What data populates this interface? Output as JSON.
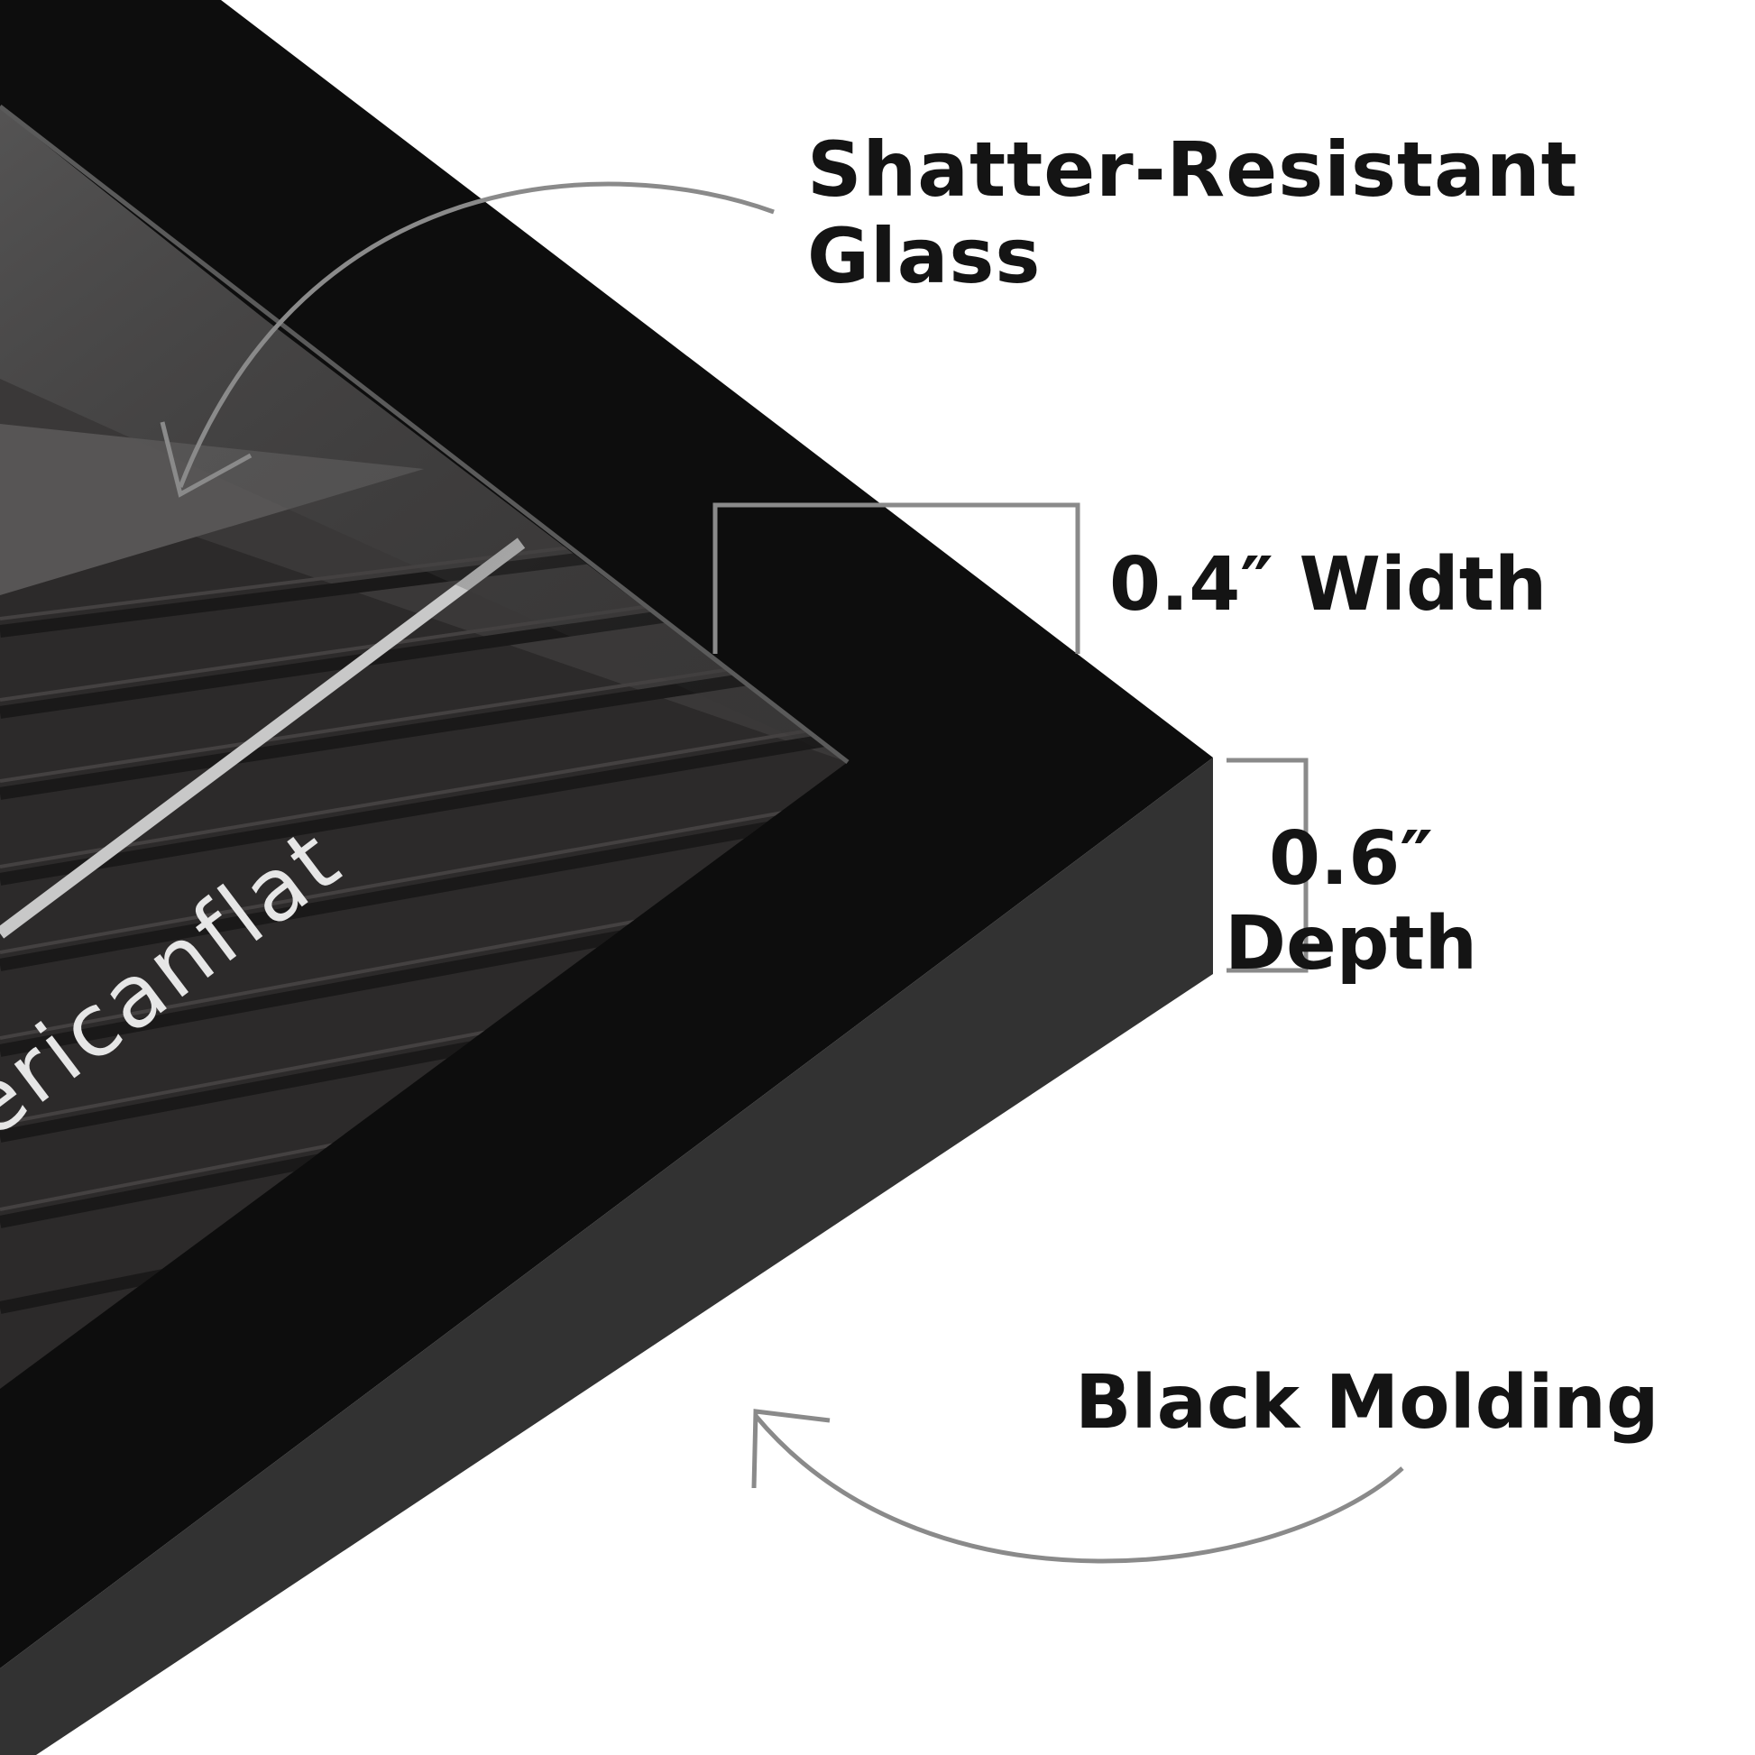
{
  "callouts": {
    "glass_line1": "Shatter-Resistant",
    "glass_line2": "Glass",
    "width": "0.4″ Width",
    "depth_line1": "0.6″",
    "depth_line2": "Depth",
    "molding": "Black Molding"
  },
  "print": {
    "brand_text": "ericanflat"
  },
  "icons": {
    "glass_arrow": "curved-arrow-icon",
    "molding_arrow": "curved-arrow-icon"
  },
  "colors": {
    "frame_face": "#0d0d0d",
    "frame_side": "#323232",
    "label_text": "#141414",
    "guide_gray": "#8a8a8a"
  }
}
